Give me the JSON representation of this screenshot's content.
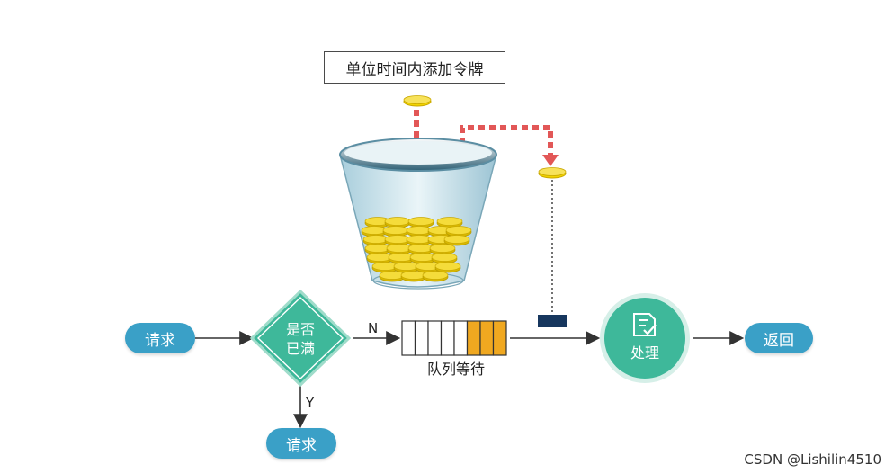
{
  "title_box": "单位时间内添加令牌",
  "request_left": "请求",
  "decision": {
    "line1": "是否",
    "line2": "已满"
  },
  "branch_n": "N",
  "branch_y": "Y",
  "queue_label": "队列等待",
  "process_label": "处理",
  "return_label": "返回",
  "request_bottom": "请求",
  "watermark": "CSDN @Lishilin4510",
  "colors": {
    "accent_teal": "#3aa0c7",
    "decision_green": "#3eb89a",
    "dashed_red": "#e25757",
    "coin_gold": "#f2d400",
    "queue_fill": "#f0a820",
    "bucket_rim": "#5b8ea3",
    "token_block": "#17375e"
  },
  "icons": [
    "coin-icon",
    "document-check-icon"
  ]
}
